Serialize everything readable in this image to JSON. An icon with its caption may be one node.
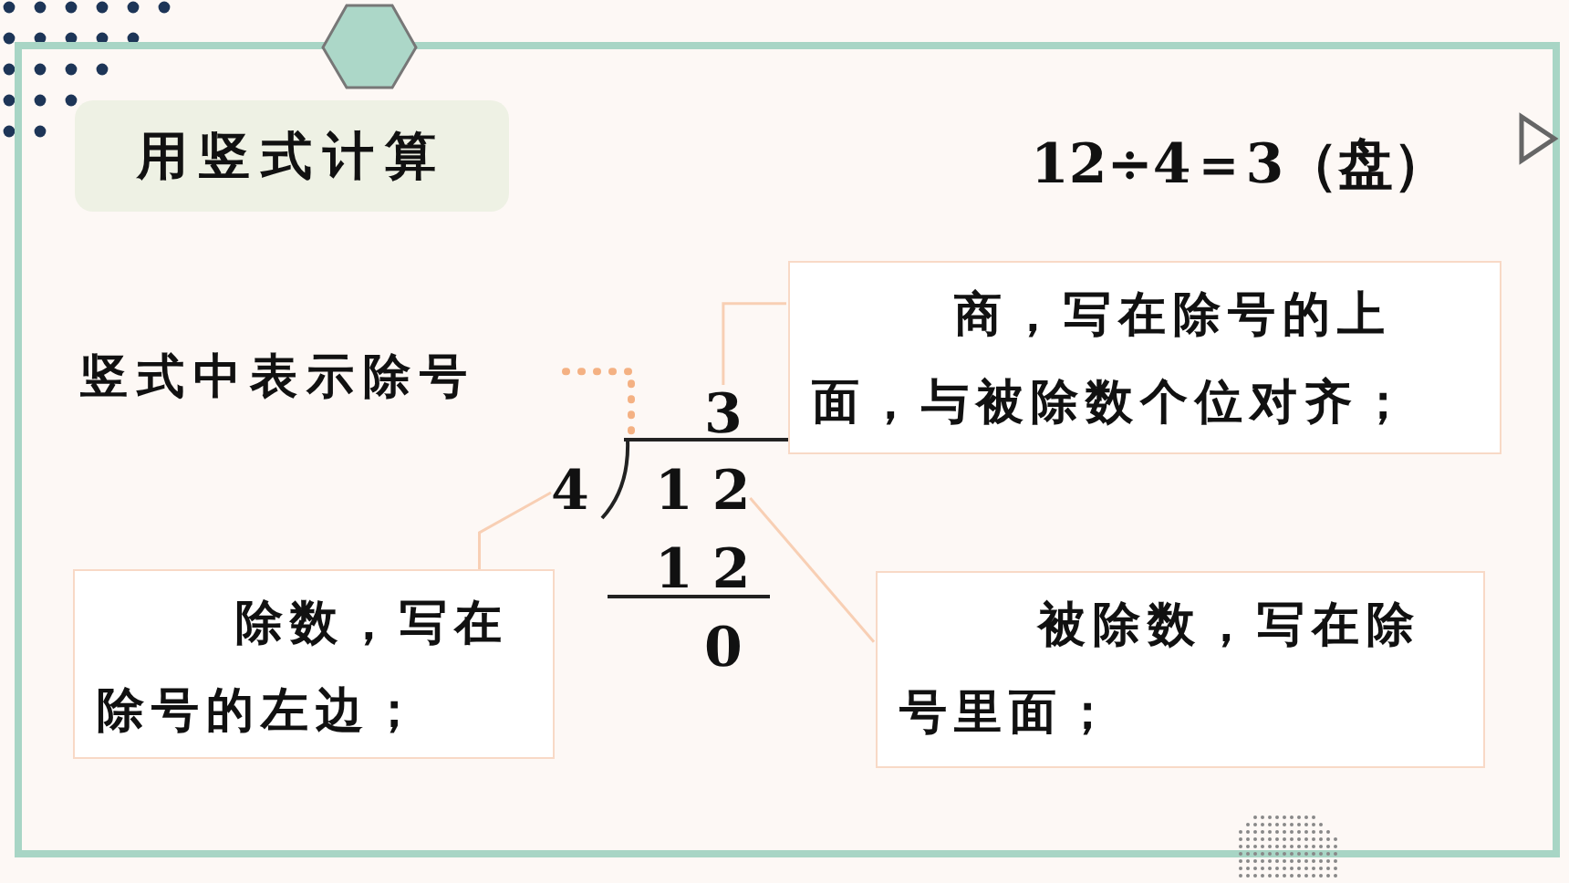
{
  "diagram": {
    "title": "用竖式计算",
    "nodes": [
      {
        "text": [
          "竖式中表示除号"
        ]
      },
      {
        "text": [],
        "shape": "bracket"
      },
      {
        "text": [
          "商，写在除号的上面，与被除数个位对齐；"
        ]
      },
      {
        "text": [
          "3"
        ]
      },
      {
        "text": [
          "除数，写在除号的左边；"
        ]
      },
      {
        "text": [
          "4"
        ]
      },
      {
        "text": [
          "被除数，写在除号里面；"
        ]
      },
      {
        "text": [
          "1 2"
        ]
      }
    ],
    "edges": [
      {
        "from": 0,
        "to": 1,
        "arrow": "none",
        "style": "dashed",
        "color": "#f4b183"
      },
      {
        "from": 2,
        "to": 3,
        "arrow": "none"
      },
      {
        "from": 4,
        "to": 5,
        "arrow": "none"
      },
      {
        "from": 6,
        "to": 7,
        "arrow": "none"
      }
    ],
    "labels": [
      "12÷4＝3（盘）",
      "1 2",
      "0"
    ]
  }
}
